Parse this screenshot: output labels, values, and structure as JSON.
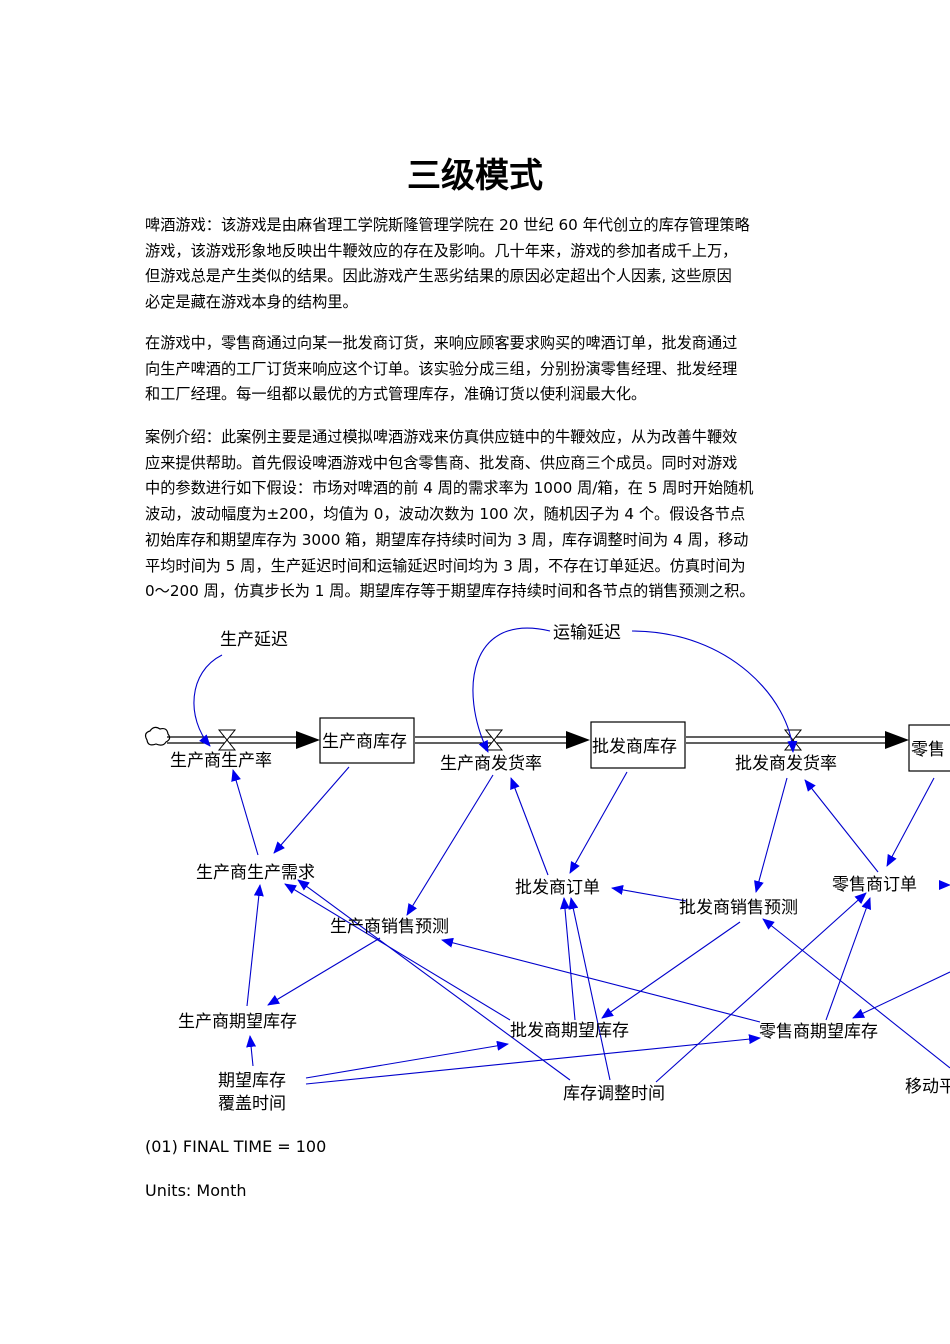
{
  "title": "三级模式",
  "paragraphs": [
    [
      "啤酒游戏：该游戏是由麻省理工学院斯隆管理学院在 20 世纪 60 年代创立的库存管理策略",
      "游戏，该游戏形象地反映出牛鞭效应的存在及影响。几十年来，游戏的参加者成千上万，",
      "但游戏总是产生类似的结果。因此游戏产生恶劣结果的原因必定超出个人因素, 这些原因",
      "必定是藏在游戏本身的结构里。"
    ],
    [
      "在游戏中，零售商通过向某一批发商订货，来响应顾客要求购买的啤酒订单，批发商通过",
      "向生产啤酒的工厂订货来响应这个订单。该实验分成三组，分别扮演零售经理、批发经理",
      "和工厂经理。每一组都以最优的方式管理库存，准确订货以使利润最大化。"
    ],
    [
      "案例介绍：此案例主要是通过模拟啤酒游戏来仿真供应链中的牛鞭效应，从为改善牛鞭效",
      "应来提供帮助。首先假设啤酒游戏中包含零售商、批发商、供应商三个成员。同时对游戏",
      "中的参数进行如下假设：市场对啤酒的前 4 周的需求率为 1000 周/箱，在 5 周时开始随机",
      "波动，波动幅度为±200，均值为 0，波动次数为 100 次，随机因子为 4 个。假设各节点",
      "初始库存和期望库存为 3000 箱，期望库存持续时间为 3 周，库存调整时间为 4 周，移动",
      "平均时间为 5 周，生产延迟时间和运输延迟时间均为 3 周，不存在订单延迟。仿真时间为",
      "0～200 周，仿真步长为 1 周。期望库存等于期望库存持续时间和各节点的销售预测之积。"
    ]
  ],
  "diagram": {
    "stocks": {
      "producer_inventory": "生产商库存",
      "wholesaler_inventory": "批发商库存",
      "retailer_inventory": "零售"
    },
    "rates": {
      "production_rate": "生产商生产率",
      "producer_shipping_rate": "生产商发货率",
      "wholesaler_shipping_rate": "批发商发货率"
    },
    "vars": {
      "production_delay": "生产延迟",
      "transport_delay": "运输延迟",
      "producer_demand": "生产商生产需求",
      "producer_forecast": "生产商销售预测",
      "wholesaler_order": "批发商订单",
      "wholesaler_forecast": "批发商销售预测",
      "retailer_order": "零售商订单",
      "producer_desired_inventory": "生产商期望库存",
      "wholesaler_desired_inventory": "批发商期望库存",
      "retailer_desired_inventory": "零售商期望库存",
      "coverage_line1": "期望库存",
      "coverage_line2": "覆盖时间",
      "adjust_time": "库存调整时间",
      "moving_avg": "移动平"
    }
  },
  "footer": {
    "final_time": "(01) FINAL TIME = 100",
    "units": "Units: Month"
  }
}
